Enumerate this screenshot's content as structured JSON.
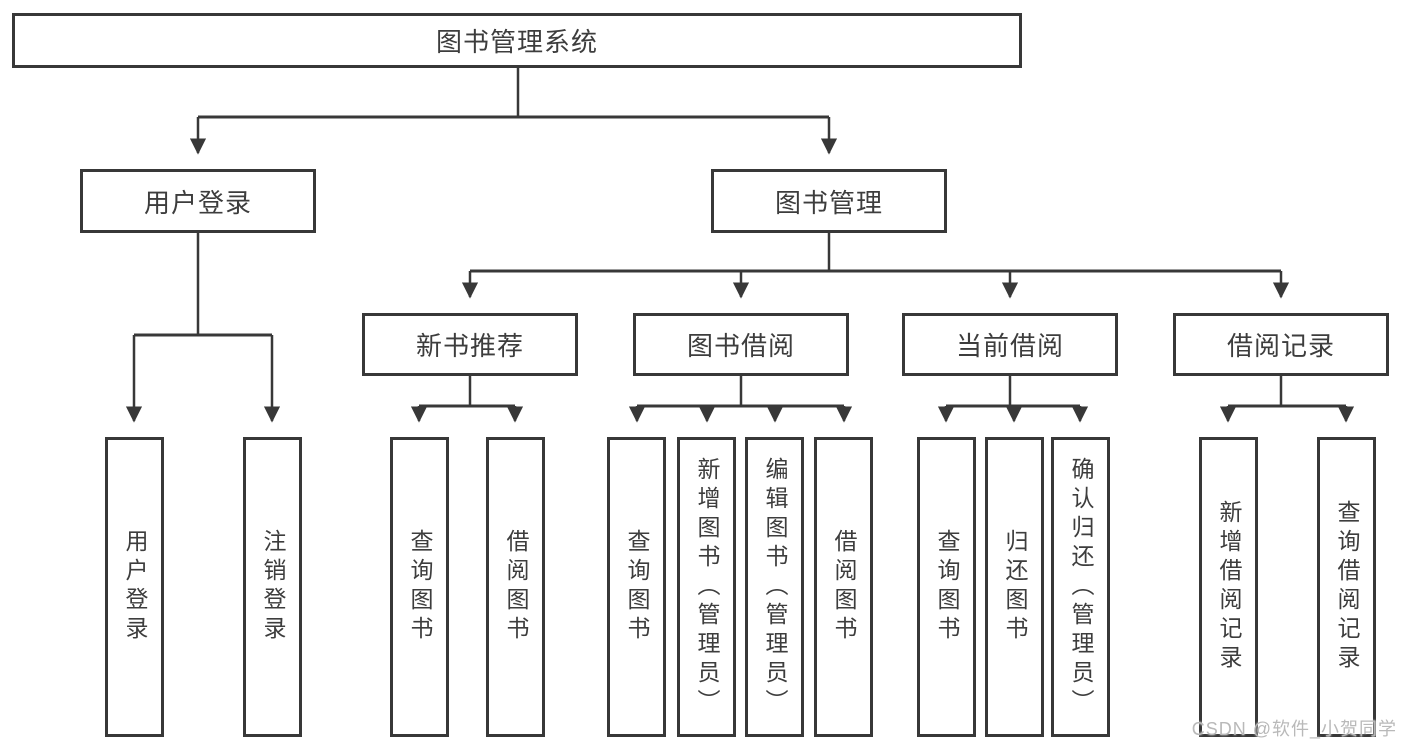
{
  "tree": {
    "label": "图书管理系统",
    "children": [
      {
        "label": "用户登录",
        "children": [
          {
            "label": "用户登录"
          },
          {
            "label": "注销登录"
          }
        ]
      },
      {
        "label": "图书管理",
        "children": [
          {
            "label": "新书推荐",
            "children": [
              {
                "label": "查询图书"
              },
              {
                "label": "借阅图书"
              }
            ]
          },
          {
            "label": "图书借阅",
            "children": [
              {
                "label": "查询图书"
              },
              {
                "label": "新增图书（管理员）"
              },
              {
                "label": "编辑图书（管理员）"
              },
              {
                "label": "借阅图书"
              }
            ]
          },
          {
            "label": "当前借阅",
            "children": [
              {
                "label": "查询图书"
              },
              {
                "label": "归还图书"
              },
              {
                "label": "确认归还（管理员）"
              }
            ]
          },
          {
            "label": "借阅记录",
            "children": [
              {
                "label": "新增借阅记录"
              },
              {
                "label": "查询借阅记录"
              }
            ]
          }
        ]
      }
    ]
  },
  "watermark": "CSDN @软件_小贺同学",
  "colors": {
    "line": "#383838",
    "text": "#3d3d3d",
    "background": "#ffffff",
    "watermark": "#b9b9b9"
  }
}
